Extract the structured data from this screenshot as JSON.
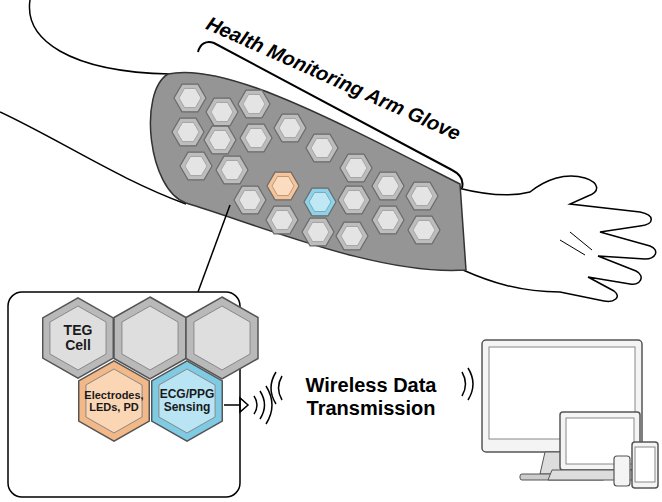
{
  "diagram": {
    "nodes": [
      {
        "text": [
          "TEG Cell"
        ]
      },
      {
        "text": [
          "Electrodes, LEDs, PD"
        ]
      },
      {
        "text": [
          "ECG/PPG Sensing"
        ]
      }
    ],
    "labels": [
      "Health Monitoring Arm Glove",
      "Wireless Data Transmission"
    ]
  }
}
